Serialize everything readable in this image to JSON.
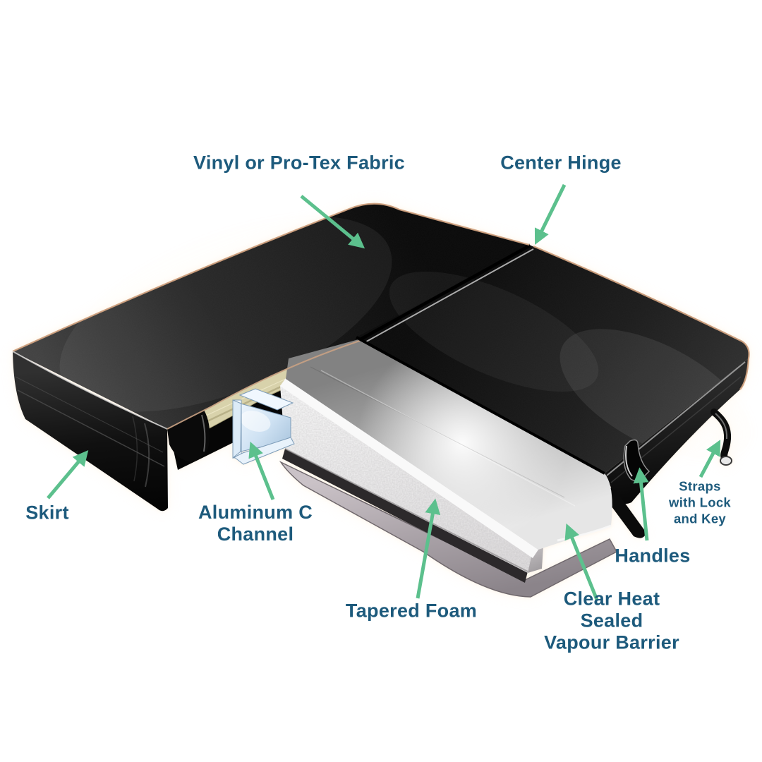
{
  "background": "#ffffff",
  "colors": {
    "label_text": "#1d5a7c",
    "arrow": "#5cc08d",
    "cover_vinyl": "#141414",
    "vapour_barrier": "#c9c9c9",
    "foam": "#f1f0f0",
    "aluminum_channel": "#d6e7f6",
    "fabric_underside": "#d8d2ab"
  },
  "labels": {
    "fabric": "Vinyl or Pro-Tex Fabric",
    "center_hinge": "Center Hinge",
    "skirt": "Skirt",
    "aluminum_c_channel": "Aluminum C\nChannel",
    "tapered_foam": "Tapered Foam",
    "vapour_barrier": "Clear Heat Sealed\nVapour Barrier",
    "handles": "Handles",
    "straps": "Straps\nwith Lock\nand Key"
  }
}
